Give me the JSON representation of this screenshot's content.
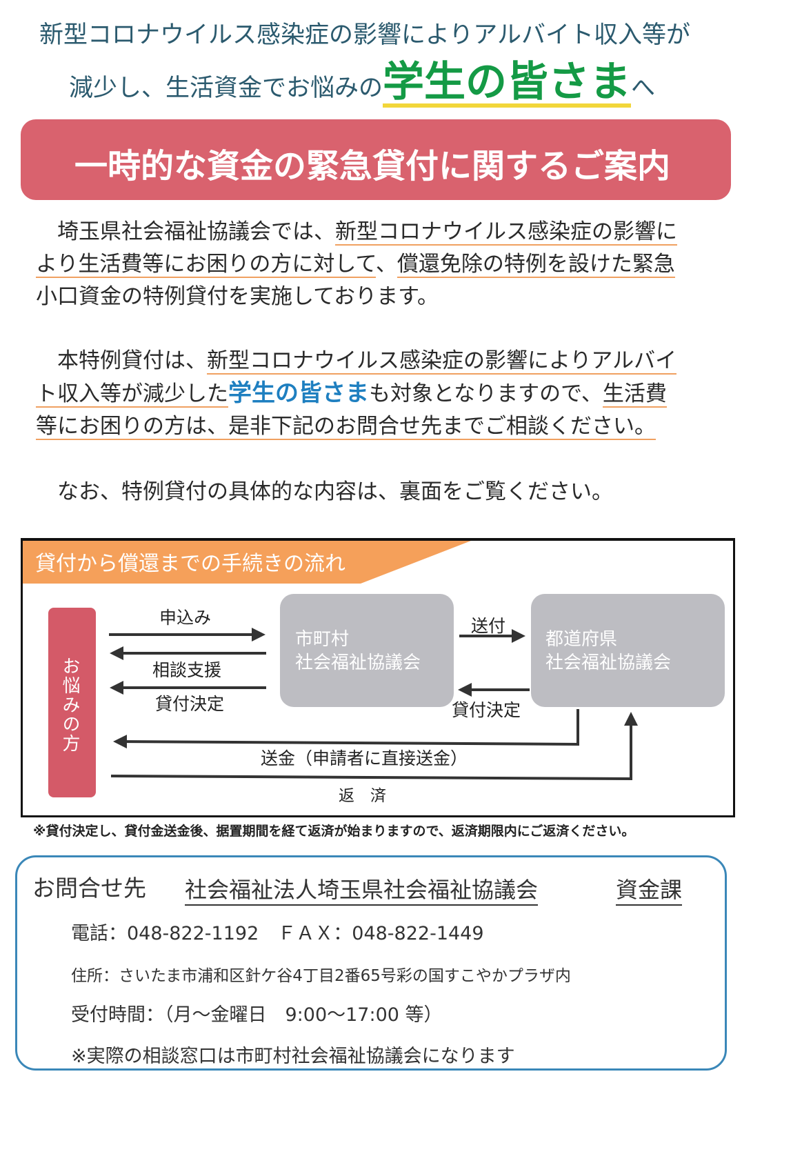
{
  "header": {
    "line1": "新型コロナウイルス感染症の影響によりアルバイト収入等が",
    "line2_prefix": "減少し、生活資金でお悩みの",
    "line2_emphasis": "学生の皆さま",
    "line2_suffix": "へ"
  },
  "banner": {
    "title": "一時的な資金の緊急貸付に関するご案内"
  },
  "paragraphs": [
    [
      [
        {
          "t": "　埼玉県社会福祉協議会では、",
          "u": false
        },
        {
          "t": "新型コロナウイルス感染症の影響に",
          "u": true
        }
      ],
      [
        {
          "t": "より生活費等にお困りの方に対して",
          "u": true
        },
        {
          "t": "、",
          "u": false
        },
        {
          "t": "償還免除の特例を設けた緊急",
          "u": true
        }
      ],
      [
        {
          "t": "小口資金の特例貸付を実施しております。",
          "u": false
        }
      ]
    ],
    [
      [
        {
          "t": "　本特例貸付は、",
          "u": false
        },
        {
          "t": "新型コロナウイルス感染症の影響によりアルバイ",
          "u": true
        }
      ],
      [
        {
          "t": "ト収入等が減少した",
          "u": true
        },
        {
          "t": "学生の皆さま",
          "u": false,
          "b": true
        },
        {
          "t": "も対象となりますので、",
          "u": false
        },
        {
          "t": "生活費",
          "u": true
        }
      ],
      [
        {
          "t": "等にお困りの方は、是非下記のお問合せ先までご相談ください。",
          "u": true
        }
      ]
    ],
    [
      [
        {
          "t": "　なお、特例貸付の具体的な内容は、裏面をご覧ください。",
          "u": false
        }
      ]
    ]
  ],
  "flow": {
    "title": "貸付から償還までの手続きの流れ",
    "applicant": "お悩みの方",
    "municipal_line1": "市町村",
    "municipal_line2": "社会福祉協議会",
    "prefecture_line1": "都道府県",
    "prefecture_line2": "社会福祉協議会",
    "apply": "申込み",
    "consult": "相談支援",
    "decision_left": "貸付決定",
    "send": "送付",
    "decision_right": "貸付決定",
    "remit": "送金（申請者に直接送金）",
    "repay": "返　済"
  },
  "note": "※貸付決定し、貸付金送金後、据置期間を経て返済が始まりますので、返済期限内にご返済ください。",
  "contact": {
    "label": "お問合せ先",
    "org": "社会福祉法人埼玉県社会福祉協議会",
    "dept": "資金課",
    "phone": "電話：048-822-1192　ＦＡＸ：048-822-1449",
    "address": "住所：さいたま市浦和区針ケ谷4丁目2番65号彩の国すこやかプラザ内",
    "hours": "受付時間：（月～金曜日　9:00～17:00 等）",
    "window_note": "※実際の相談窓口は市町村社会福祉協議会になります"
  },
  "colors": {
    "banner": "#d9626e",
    "green": "#149a45",
    "orange": "#f5a05a",
    "gray_box": "#bdbdc2",
    "contact_border": "#3a87b8"
  }
}
